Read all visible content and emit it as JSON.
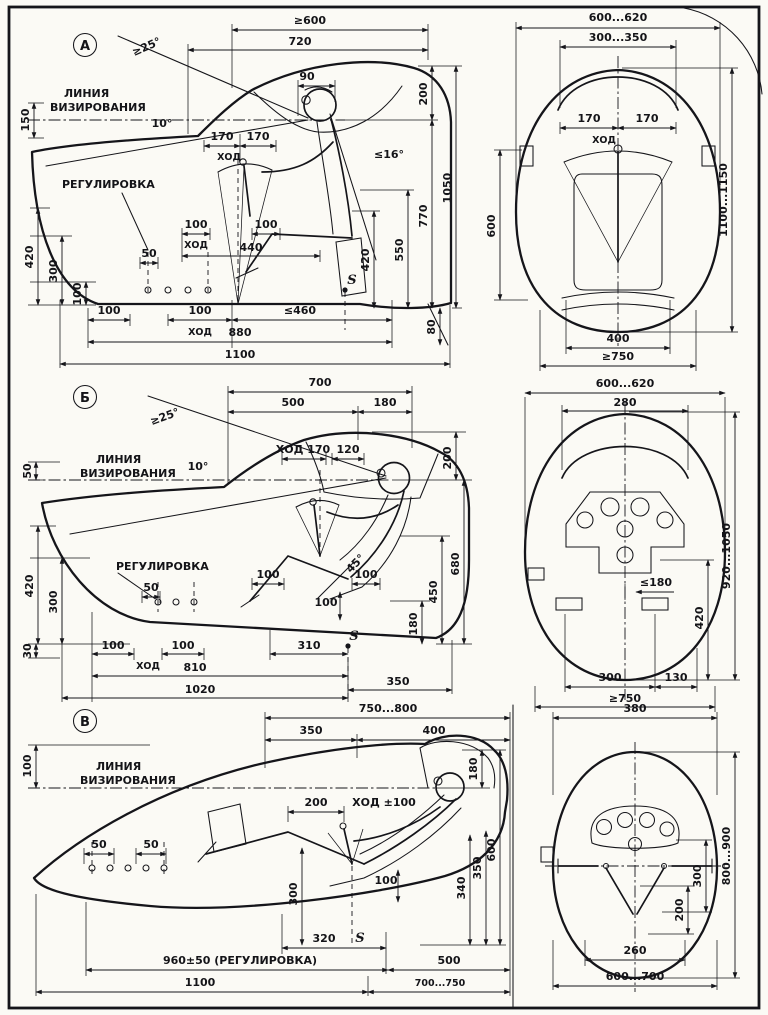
{
  "badges": {
    "a": "А",
    "b": "Б",
    "v": "В"
  },
  "a_side": {
    "angle25": "≥25°",
    "dim600": "≥600",
    "dim720": "720",
    "dim90": "90",
    "sight1": "ЛИНИЯ",
    "sight2": "ВИЗИРОВАНИЯ",
    "angle10": "10°",
    "stick170l": "170",
    "stick170r": "170",
    "stick_hod": "ХОД",
    "dim200": "200",
    "dim1050": "1050",
    "dim770": "770",
    "dim550": "550",
    "angle16": "≤16°",
    "reg": "РЕГУЛИРОВКА",
    "seat100l": "100",
    "seat100r": "100",
    "seat_hod": "ХОД",
    "dim440": "440",
    "dim50": "50",
    "dim150": "150",
    "dim420l": "420",
    "dim300": "300",
    "dim100l": "100",
    "dim420r": "420",
    "bot100a": "100",
    "bot100b": "100",
    "bot_hod": "ХОД",
    "dim460": "≤460",
    "dim880": "880",
    "dim80": "80",
    "dim1100": "1100",
    "s": "S"
  },
  "a_front": {
    "dim600_620": "600...620",
    "dim300_350": "300...350",
    "dim170l": "170",
    "dim170r": "170",
    "hod": "ХОД",
    "dim600": "600",
    "dim1100_1150": "1100...1150",
    "dim400": "400",
    "dim750": "≥750"
  },
  "b_side": {
    "angle25": "≥25°",
    "dim700": "700",
    "dim500": "500",
    "dim180t": "180",
    "hod170": "ХОД 170",
    "dim120": "120",
    "sight1": "ЛИНИЯ",
    "sight2": "ВИЗИРОВАНИЯ",
    "angle10": "10°",
    "dim200": "200",
    "dim50l": "50",
    "reg": "РЕГУЛИРОВКА",
    "dim50": "50",
    "dim100a": "100",
    "dim100b": "100",
    "dim100c": "100",
    "angle45": "45°",
    "dim680": "680",
    "dim450": "450",
    "dim180r": "180",
    "dim420": "420",
    "dim300": "300",
    "dim30": "30",
    "bot100a": "100",
    "bot100b": "100",
    "bot_hod": "ХОД",
    "dim810": "810",
    "dim310": "310",
    "dim1020": "1020",
    "dim350": "350",
    "s": "S"
  },
  "b_front": {
    "dim600_620": "600...620",
    "dim280": "280",
    "dim180": "≤180",
    "dim920_1050": "920...1050",
    "dim420": "420",
    "dim300": "300",
    "dim130": "130",
    "dim750": "≥750"
  },
  "v_side": {
    "dim750_800": "750...800",
    "dim350t": "350",
    "dim400": "400",
    "dim100l": "100",
    "sight1": "ЛИНИЯ",
    "sight2": "ВИЗИРОВАНИЯ",
    "dim200": "200",
    "hod_pm": "ХОД ±100",
    "dim180": "180",
    "dim600": "600",
    "dim50a": "50",
    "dim50b": "50",
    "dim300": "300",
    "dim100m": "100",
    "dim340": "340",
    "dim350r": "350",
    "dim320": "320",
    "s": "S",
    "dim960": "960±50 (РЕГУЛИРОВКА)",
    "dim500": "500",
    "dim1100": "1100",
    "dim700_750": "700...750"
  },
  "v_front": {
    "dim380": "380",
    "dim800_900": "800...900",
    "dim300": "300",
    "dim200": "200",
    "dim260": "260",
    "dim600_700": "600...700"
  }
}
